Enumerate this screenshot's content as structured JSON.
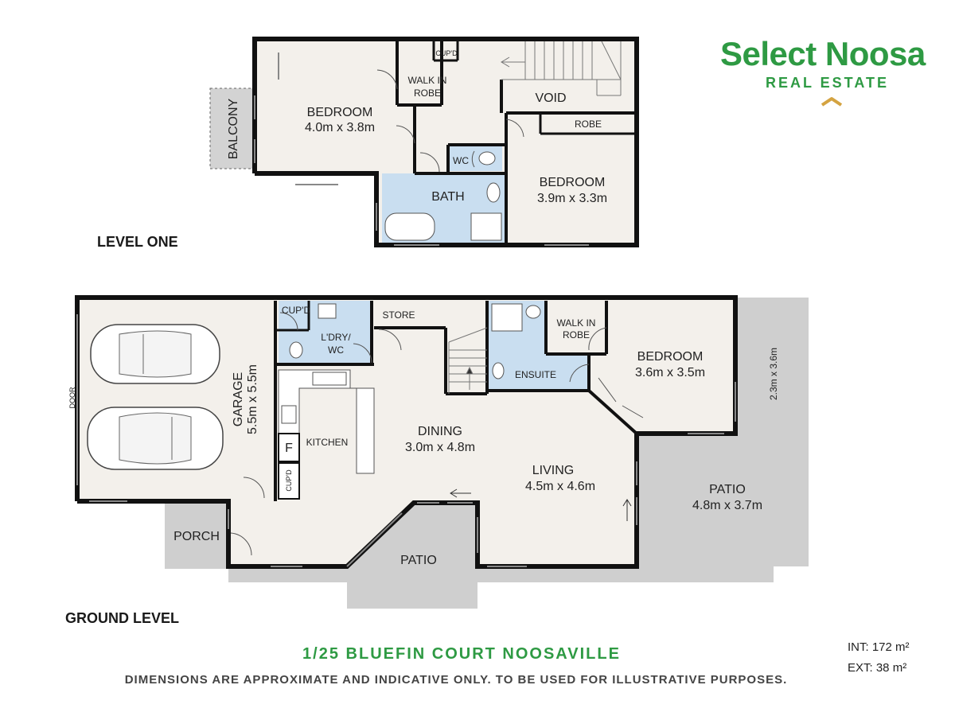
{
  "brand": {
    "name": "Select Noosa",
    "tagline": "REAL ESTATE",
    "accent": "#2e9a43"
  },
  "levels": {
    "level_one": {
      "title": "LEVEL ONE",
      "rooms": {
        "bedroom_main": {
          "name": "BEDROOM",
          "dims": "4.0m x 3.8m"
        },
        "walk_in_robe_line1": "WALK IN",
        "walk_in_robe_line2": "ROBE",
        "cupboard": "CUP'D",
        "void": "VOID",
        "robe": "ROBE",
        "balcony": "BALCONY",
        "wc": "WC",
        "bath": "BATH",
        "bedroom_two": {
          "name": "BEDROOM",
          "dims": "3.9m x 3.3m"
        }
      }
    },
    "ground_level": {
      "title": "GROUND LEVEL",
      "rooms": {
        "garage": {
          "name": "GARAGE",
          "dims": "5.5m x 5.5m"
        },
        "door": "DOOR",
        "cupboard_laundry": "CUP'D",
        "laundry_line1": "L'DRY/",
        "laundry_line2": "WC",
        "store": "STORE",
        "kitchen": "KITCHEN",
        "fridge": "F",
        "cupboard_kitchen": "CUP'D",
        "dining": {
          "name": "DINING",
          "dims": "3.0m x 4.8m"
        },
        "ensuite": "ENSUITE",
        "walk_in_robe_line1": "WALK IN",
        "walk_in_robe_line2": "ROBE",
        "bedroom": {
          "name": "BEDROOM",
          "dims": "3.6m x 3.5m"
        },
        "side_area_dims": "2.3m x 3.6m",
        "living": {
          "name": "LIVING",
          "dims": "4.5m x 4.6m"
        },
        "patio_rear": {
          "name": "PATIO",
          "dims": "4.8m x 3.7m"
        },
        "porch": "PORCH",
        "patio_front": "PATIO"
      }
    }
  },
  "address": "1/25 BLUEFIN COURT NOOSAVILLE",
  "disclaimer": "DIMENSIONS ARE APPROXIMATE AND INDICATIVE ONLY. TO BE USED FOR ILLUSTRATIVE PURPOSES.",
  "areas": {
    "internal": "INT: 172 m²",
    "external": "EXT: 38 m²"
  },
  "colors": {
    "floor": "#f3f0eb",
    "wet": "#c9def0",
    "outdoor": "#cfcfcf",
    "wall": "#111111",
    "car": "#ffffff"
  }
}
